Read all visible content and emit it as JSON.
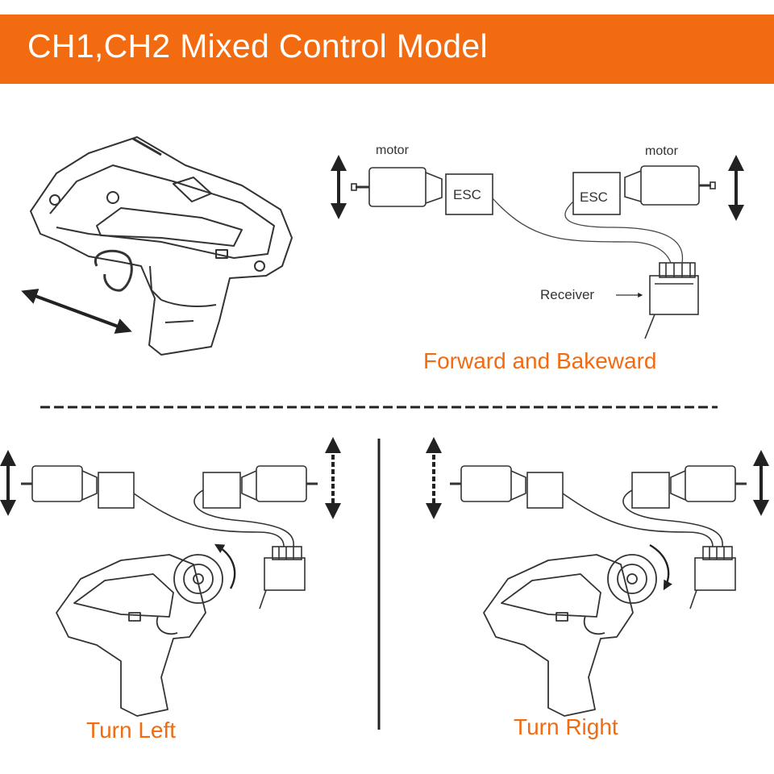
{
  "header": {
    "title": "CH1,CH2 Mixed Control Model"
  },
  "top_panel": {
    "motor_left_label": "motor",
    "motor_right_label": "motor",
    "esc_left_label": "ESC",
    "esc_right_label": "ESC",
    "receiver_label": "Receiver",
    "caption": "Forward and Bakeward"
  },
  "bottom_left_panel": {
    "caption": "Turn Left"
  },
  "bottom_right_panel": {
    "caption": "Turn Right"
  },
  "colors": {
    "accent": "#f26b10",
    "line": "#333333",
    "divider": "#222222"
  }
}
